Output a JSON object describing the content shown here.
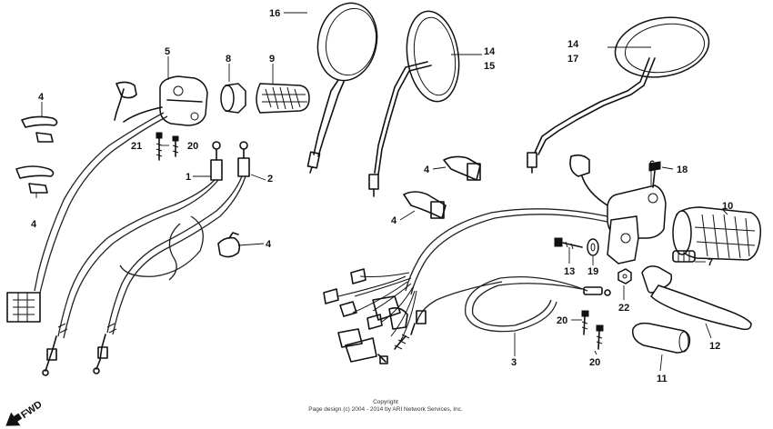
{
  "diagram": {
    "callouts": {
      "c16": "16",
      "c5": "5",
      "c8": "8",
      "c9": "9",
      "c14a": "14",
      "c15": "15",
      "c14b": "14",
      "c17": "17",
      "c4a": "4",
      "c4b": "4",
      "c21": "21",
      "c20a": "20",
      "c1": "1",
      "c2": "2",
      "c4c": "4",
      "c4d": "4",
      "c4e": "4",
      "c6": "6",
      "c18": "18",
      "c10": "10",
      "c13": "13",
      "c19": "19",
      "c7": "7",
      "c22": "22",
      "c20b": "20",
      "c20c": "20",
      "c3": "3",
      "c12": "12",
      "c11": "11"
    },
    "direction_label": "FWD",
    "copyright_line1": "Copyright",
    "copyright_line2": "Page design (c) 2004 - 2014 by ARI Network Services, Inc."
  }
}
